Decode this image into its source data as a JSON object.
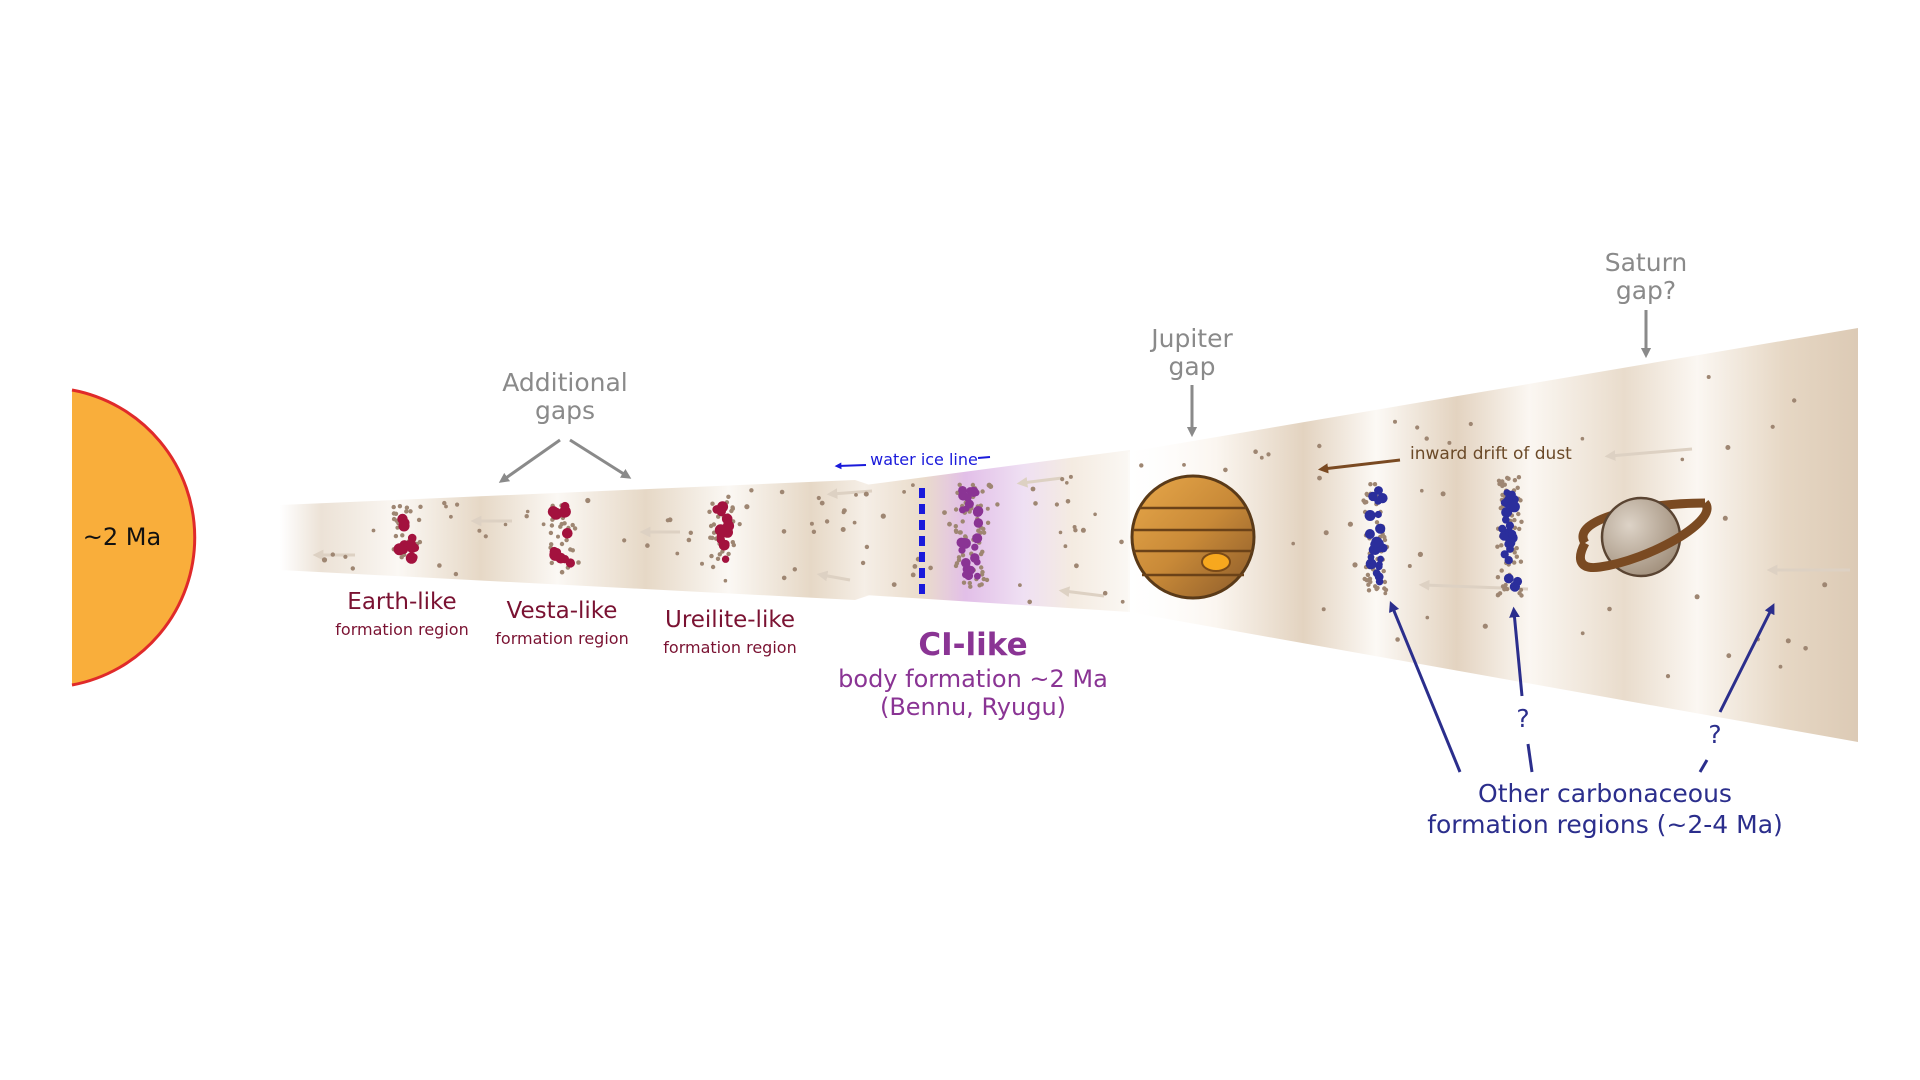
{
  "sun": {
    "label": "~2 Ma",
    "fill": "#f9ae3b",
    "stroke": "#e02a2a"
  },
  "regions": [
    {
      "name": "Earth-like",
      "sub": "formation region"
    },
    {
      "name": "Vesta-like",
      "sub": "formation region"
    },
    {
      "name": "Ureilite-like",
      "sub": "formation region"
    }
  ],
  "ci": {
    "title": "CI-like",
    "line1": "body formation ~2 Ma",
    "line2": "(Bennu, Ryugu)"
  },
  "gaps": {
    "additional": [
      "Additional",
      "gaps"
    ],
    "jupiter": [
      "Jupiter",
      "gap"
    ],
    "saturn": [
      "Saturn",
      "gap?"
    ]
  },
  "water_ice_line": "water ice line",
  "inward_drift": "inward drift of dust",
  "question_mark": "?",
  "carbonaceous": [
    "Other carbonaceous",
    "formation regions (~2-4 Ma)"
  ],
  "colors": {
    "inner_clump": "#a3123e",
    "ci_clump": "#8a3494",
    "outer_clump": "#2b2e9c",
    "dust": "#9e8672",
    "disk": "#e9dccb",
    "arrow_gray": "#8a8a8a",
    "arrow_navy": "#2b2e8c",
    "arrow_brown": "#7a4a22",
    "ice_line": "#1a1adb"
  }
}
